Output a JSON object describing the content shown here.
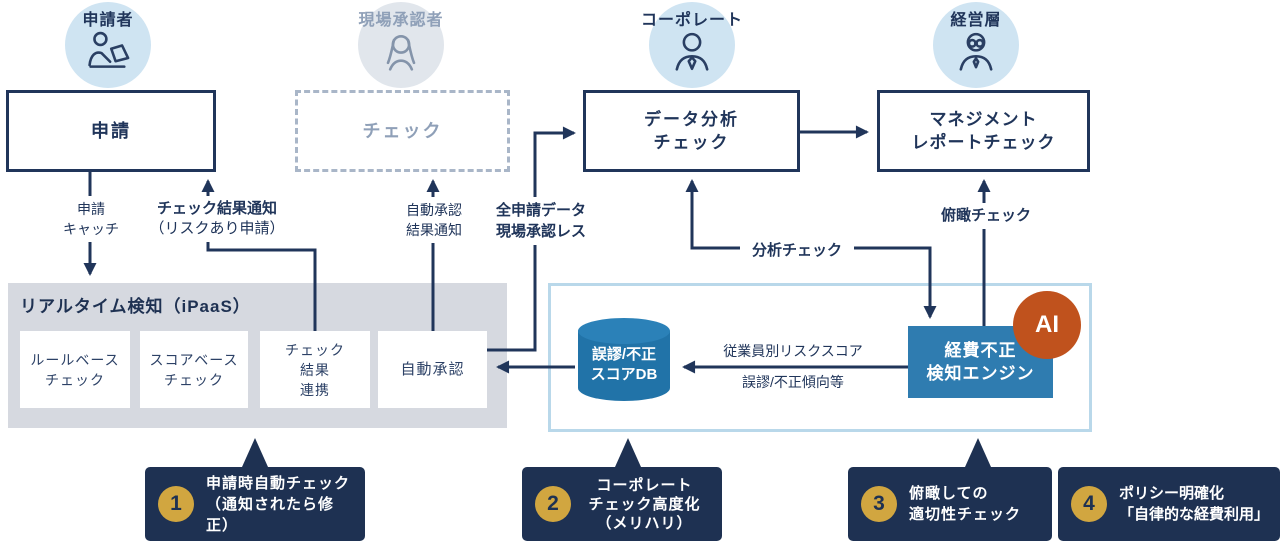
{
  "actors": [
    {
      "label": "申請者"
    },
    {
      "label": "現場承認者"
    },
    {
      "label": "コーポレート"
    },
    {
      "label": "経営層"
    }
  ],
  "process_boxes": {
    "application": "申請",
    "check": "チェック",
    "data_analysis": "データ分析\nチェック",
    "management_report": "マネジメント\nレポートチェック"
  },
  "flow_labels": {
    "application_catch": "申請\nキャッチ",
    "check_result_notice_main": "チェック結果通知",
    "check_result_notice_sub": "（リスクあり申請）",
    "auto_approval_notice": "自動承認\n結果通知",
    "all_application_data": "全申請データ\n現場承認レス",
    "analysis_check": "分析チェック",
    "overview_check": "俯瞰チェック"
  },
  "ipaas": {
    "title": "リアルタイム検知（iPaaS）",
    "boxes": {
      "rule_base": "ルールベース\nチェック",
      "score_base": "スコアベース\nチェック",
      "check_result_link": "チェック\n結果\n連携",
      "auto_approval": "自動承認"
    }
  },
  "detection_panel": {
    "db_label": "誤謬/不正\nスコアDB",
    "risk_text": "従業員別リスクスコア\n誤謬/不正傾向等",
    "engine_label": "経費不正\n検知エンジン",
    "ai_badge": "AI"
  },
  "callouts": [
    {
      "number": "1",
      "text": "申請時自動チェック\n（通知されたら修正）"
    },
    {
      "number": "2",
      "text": "コーポレート\nチェック高度化\n（メリハリ）"
    },
    {
      "number": "3",
      "text": "俯瞰しての\n適切性チェック"
    },
    {
      "number": "4",
      "text": "ポリシー明確化\n「自律的な経費利用」"
    }
  ],
  "colors": {
    "navy": "#20355a",
    "callout_bg": "#1e3152",
    "gold": "#d1a640",
    "engine_blue": "#2f7cb0",
    "db_blue": "#2173a8",
    "ai_orange": "#c0521d",
    "panel_gray": "#d6d9e0",
    "panel_border_blue": "#b9d8ea",
    "actor_circle_blue": "#cfe4f2",
    "disabled_gray": "#8fa0b8"
  }
}
